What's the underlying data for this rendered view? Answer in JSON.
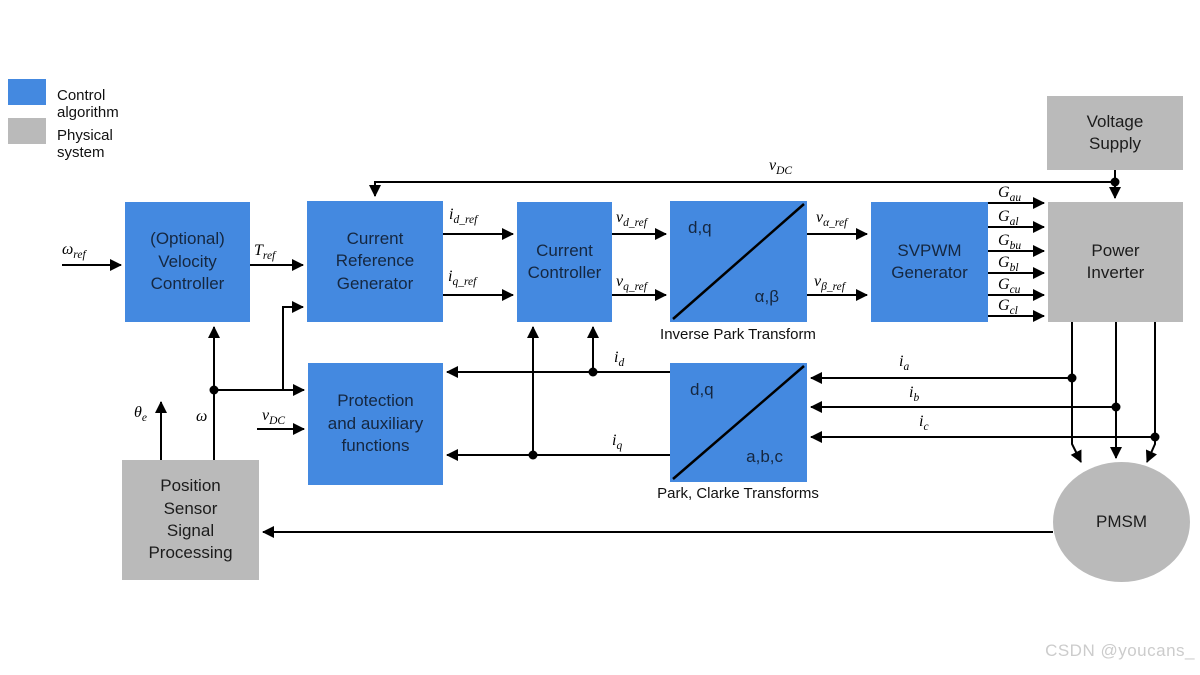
{
  "legend": {
    "control": {
      "label": "Control algorithm"
    },
    "physical": {
      "label": "Physical system"
    }
  },
  "colors": {
    "control_algorithm": "#4489e0",
    "physical_system": "#bababa"
  },
  "blocks": {
    "velocity_controller": {
      "label": "(Optional) Velocity Controller"
    },
    "current_reference_generator": {
      "label": "Current Reference Generator"
    },
    "current_controller": {
      "label": "Current Controller"
    },
    "inverse_park": {
      "top_left": "d,q",
      "bottom_right": "α,β",
      "caption": "Inverse Park Transform"
    },
    "svpwm_generator": {
      "label": "SVPWM Generator"
    },
    "power_inverter": {
      "label": "Power Inverter"
    },
    "voltage_supply": {
      "label": "Voltage Supply"
    },
    "protection": {
      "label": "Protection and auxiliary functions"
    },
    "park_clarke": {
      "top_left": "d,q",
      "bottom_right": "a,b,c",
      "caption": "Park, Clarke Transforms"
    },
    "position_sensor": {
      "label": "Position Sensor Signal Processing"
    },
    "pmsm": {
      "label": "PMSM"
    }
  },
  "signals": {
    "omega_ref": {
      "main": "ω",
      "sub": "ref"
    },
    "t_ref": {
      "main": "T",
      "sub": "ref"
    },
    "id_ref": {
      "main": "i",
      "sub": "d_ref"
    },
    "iq_ref": {
      "main": "i",
      "sub": "q_ref"
    },
    "vd_ref": {
      "main": "v",
      "sub": "d_ref"
    },
    "vq_ref": {
      "main": "v",
      "sub": "q_ref"
    },
    "valpha_ref": {
      "main": "v",
      "sub": "α_ref"
    },
    "vbeta_ref": {
      "main": "v",
      "sub": "β_ref"
    },
    "g_au": {
      "main": "G",
      "sub": "au"
    },
    "g_al": {
      "main": "G",
      "sub": "al"
    },
    "g_bu": {
      "main": "G",
      "sub": "bu"
    },
    "g_bl": {
      "main": "G",
      "sub": "bl"
    },
    "g_cu": {
      "main": "G",
      "sub": "cu"
    },
    "g_cl": {
      "main": "G",
      "sub": "cl"
    },
    "v_dc_top": {
      "main": "v",
      "sub": "DC"
    },
    "v_dc_prot": {
      "main": "v",
      "sub": "DC"
    },
    "omega": {
      "main": "ω",
      "sub": ""
    },
    "theta_e": {
      "main": "θ",
      "sub": "e"
    },
    "i_d": {
      "main": "i",
      "sub": "d"
    },
    "i_q": {
      "main": "i",
      "sub": "q"
    },
    "i_a": {
      "main": "i",
      "sub": "a"
    },
    "i_b": {
      "main": "i",
      "sub": "b"
    },
    "i_c": {
      "main": "i",
      "sub": "c"
    }
  },
  "watermark": "CSDN @youcans_"
}
